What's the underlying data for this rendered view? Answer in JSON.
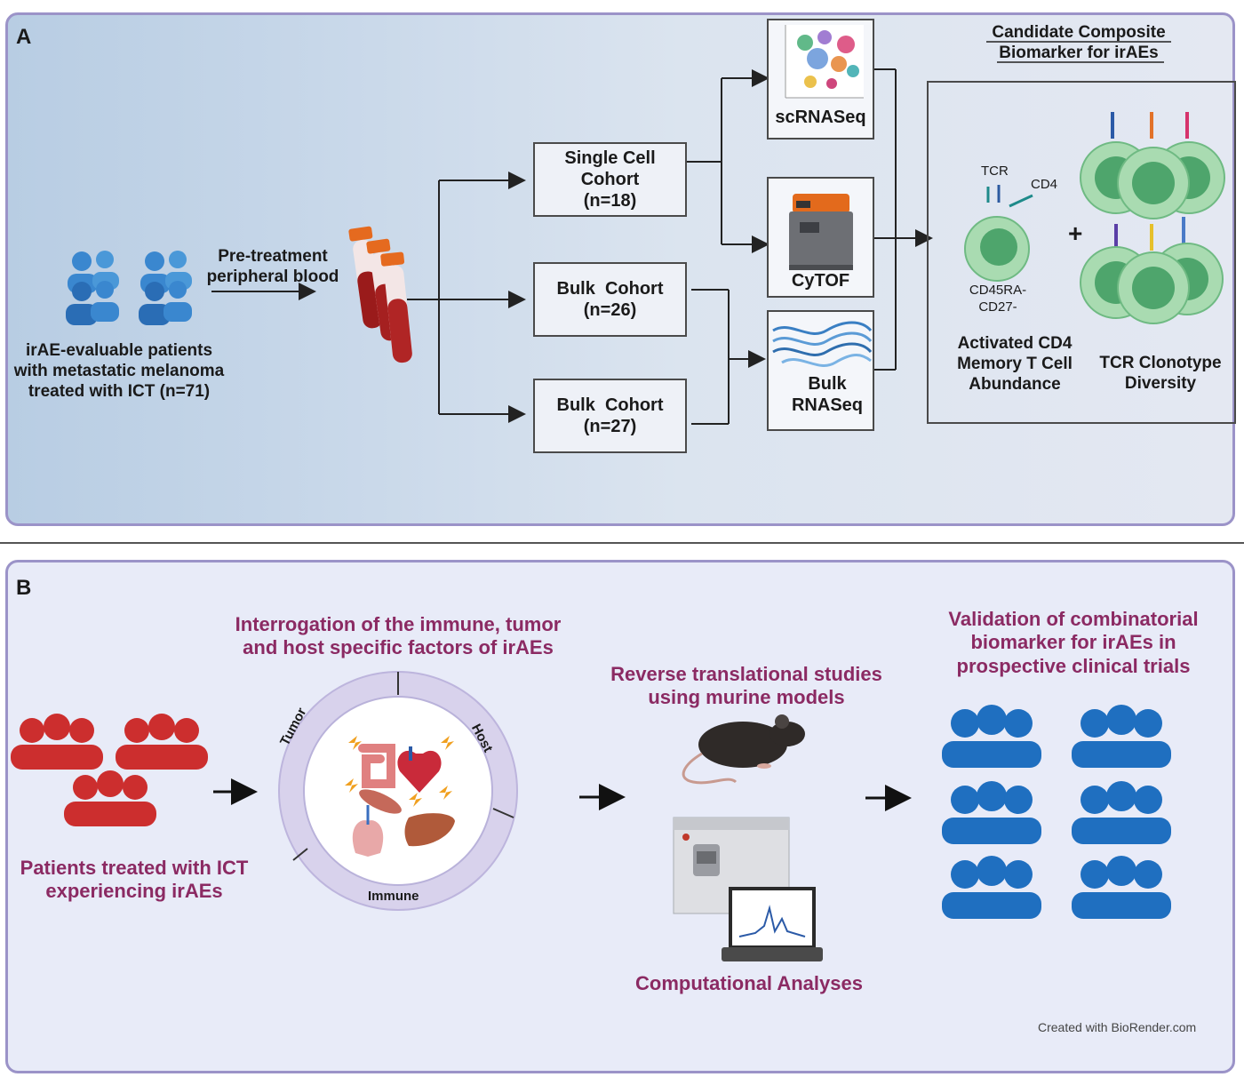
{
  "panel_a": {
    "label": "A",
    "patients_text": [
      "irAE-evaluable patients",
      "with metastatic melanoma",
      "treated with ICT (n=71)"
    ],
    "blood_label": [
      "Pre-treatment",
      "peripheral blood"
    ],
    "cohorts": [
      {
        "name": "Single Cell Cohort",
        "n": "(n=18)"
      },
      {
        "name": "Bulk  Cohort",
        "n": "(n=26)"
      },
      {
        "name": "Bulk  Cohort",
        "n": "(n=27)"
      }
    ],
    "assays": [
      "scRNASeq",
      "CyTOF",
      "Bulk",
      "RNASeq"
    ],
    "biomarker_title": [
      "Candidate Composite",
      "Biomarker for irAEs"
    ],
    "cell_labels": {
      "tcr": "TCR",
      "cd4": "CD4",
      "cd45ra": "CD45RA-",
      "cd27": "CD27-"
    },
    "plus": "+",
    "activated": [
      "Activated CD4",
      "Memory T Cell",
      "Abundance"
    ],
    "clonotype": [
      "TCR Clonotype",
      "Diversity"
    ]
  },
  "panel_b": {
    "label": "B",
    "interrogation": [
      "Interrogation of the immune, tumor",
      "and host specific factors of irAEs"
    ],
    "wheel_labels": {
      "tumor": "Tumor",
      "host": "Host",
      "immune": "Immune"
    },
    "patients": [
      "Patients treated with ICT",
      "experiencing irAEs"
    ],
    "reverse": [
      "Reverse translational studies",
      "using murine models"
    ],
    "computational": "Computational Analyses",
    "validation": [
      "Validation of combinatorial",
      "biomarker for irAEs in",
      "prospective clinical trials"
    ],
    "watermark": "Created with BioRender.com"
  },
  "colors": {
    "frame": "#9b93c8",
    "patient_blue": "#2a6db5",
    "patient_red": "#cc2e2e",
    "trial_blue": "#1f6fc0",
    "purple_text": "#8b2a63",
    "cell_green": "#9fd4a8",
    "cell_dark": "#4aa86a"
  },
  "icons": [
    "people-icon",
    "blood-tubes-icon",
    "umap-plot-icon",
    "cytof-machine-icon",
    "rna-strands-icon",
    "t-cell-icon",
    "organ-wheel-icon",
    "mouse-icon",
    "sequencer-icon",
    "laptop-icon"
  ]
}
